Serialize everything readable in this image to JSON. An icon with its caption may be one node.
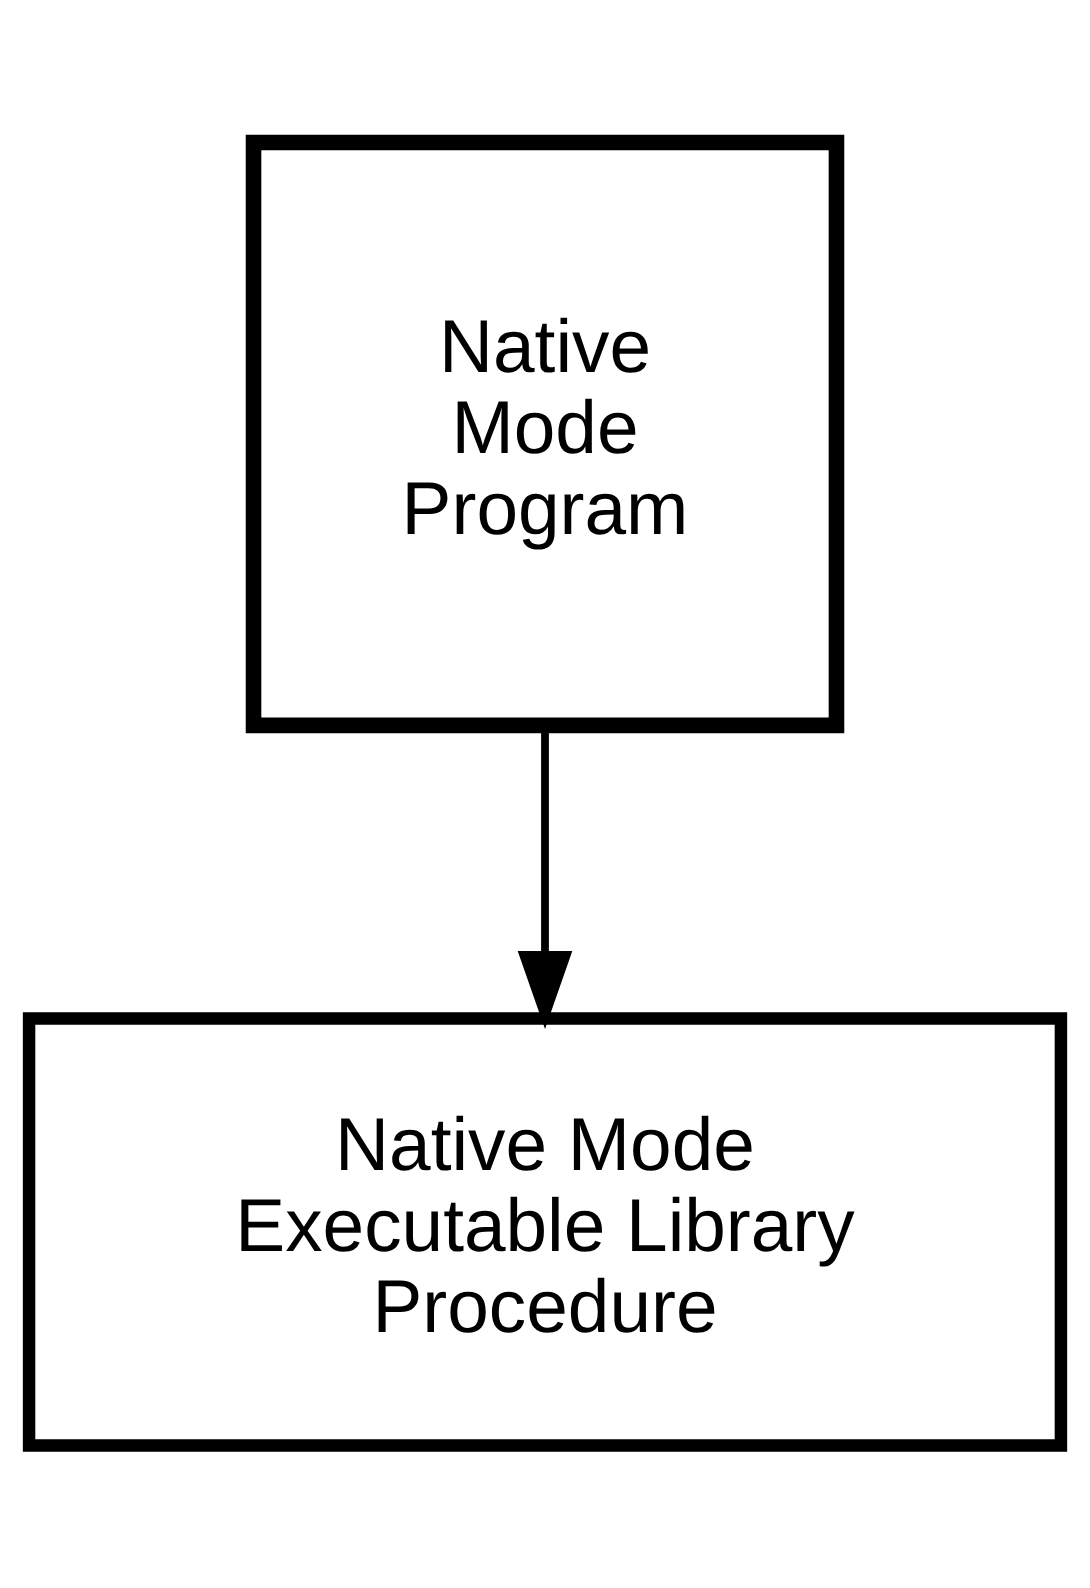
{
  "diagram": {
    "nodes": [
      {
        "text": [
          "Native Mode Program"
        ]
      },
      {
        "text": [
          "Native Mode Executable Library Procedure"
        ]
      }
    ],
    "edges": [
      {
        "from": 0,
        "to": 1,
        "arrow": "to"
      }
    ]
  }
}
